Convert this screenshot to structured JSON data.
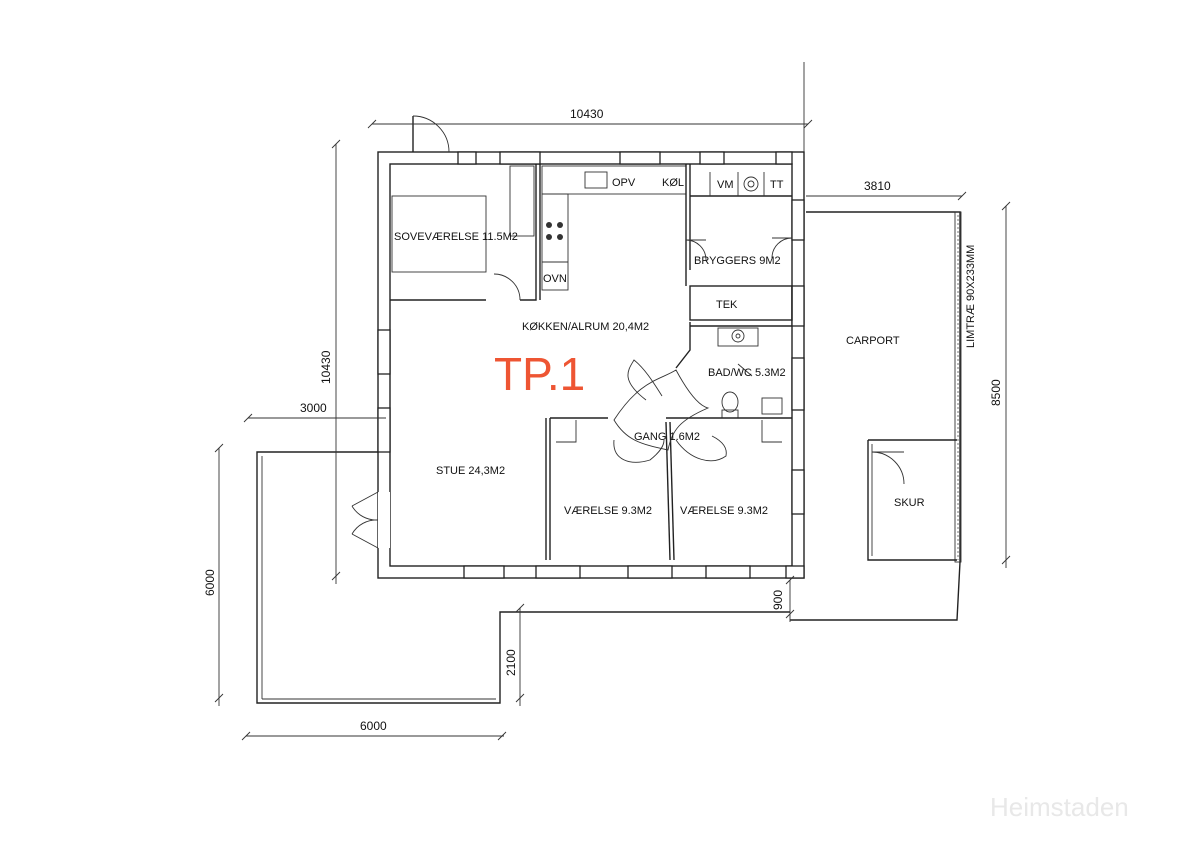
{
  "plan": {
    "tp_label": "TP.1",
    "rooms": {
      "soveværelse": "SOVEVÆRELSE 11.5M2",
      "kokken": "KØKKEN/ALRUM 20,4M2",
      "bryggers": "BRYGGERS 9M2",
      "tek": "TEK",
      "badwc": "BAD/WC  5.3M2",
      "gang": "GANG 1.6M2",
      "stue": "STUE 24,3M2",
      "vaerelse1": "VÆRELSE 9.3M2",
      "vaerelse2": "VÆRELSE 9.3M2",
      "carport": "CARPORT",
      "skur": "SKUR"
    },
    "fixtures": {
      "opv": "OPV",
      "kol": "KØL",
      "ovn": "OVN",
      "vm": "VM",
      "tt": "TT"
    },
    "limtrae": "LIMTRÆ 90X233MM",
    "dimensions": {
      "top_width": "10430",
      "left_height": "10430",
      "carport_width": "3810",
      "carport_height": "8500",
      "terrace_offset": "3000",
      "terrace_height": "6000",
      "terrace_width": "6000",
      "step_2100": "2100",
      "step_900": "900"
    }
  },
  "watermark": "Heimstaden"
}
